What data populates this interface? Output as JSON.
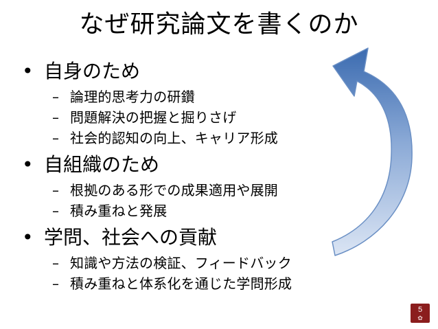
{
  "slide": {
    "title": "なぜ研究論文を書くのか",
    "page_number": "5",
    "bullet_symbol": "•",
    "dash_symbol": "–",
    "emblem_icon": "university-seal-icon",
    "arrow_icon": "curved-arrow-icon",
    "colors": {
      "arrow_light": "#dbe5f4",
      "arrow_mid": "#8aa9d6",
      "arrow_dark": "#3b6bb0",
      "arrow_outline": "#6a8fc4",
      "badge": "#8b1d1d"
    }
  },
  "bullets": [
    {
      "label": "自身のため",
      "items": [
        "論理的思考力の研鑽",
        "問題解決の把握と掘りさげ",
        "社会的認知の向上、キャリア形成"
      ]
    },
    {
      "label": "自組織のため",
      "items": [
        "根拠のある形での成果適用や展開",
        "積み重ねと発展"
      ]
    },
    {
      "label": "学問、社会への貢献",
      "items": [
        "知識や方法の検証、フィードバック",
        "積み重ねと体系化を通じた学問形成"
      ]
    }
  ]
}
